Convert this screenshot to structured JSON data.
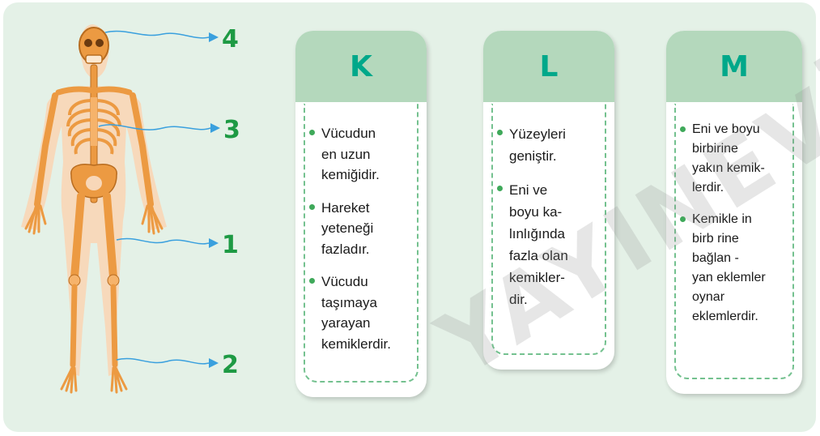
{
  "labels": [
    "4",
    "3",
    "1",
    "2"
  ],
  "cards": [
    {
      "title": "K",
      "items": [
        "Vücudun\nen uzun\nkemiğidir.",
        "Hareket\nyeteneği\nfazladır.",
        "Vücudu\ntaşımaya\nyarayan\nkemiklerdir."
      ]
    },
    {
      "title": "L",
      "items": [
        "Yüzeyleri\ngeniştir.",
        "Eni ve\nboyu ka-\nlınlığında\nfazla olan\nkemikler-\ndir."
      ]
    },
    {
      "title": "M",
      "items": [
        "Eni ve boyu\nbirbirine\nyakın kemik-\nlerdir.",
        "Kemikle in\nbirb rine\nbağlan     -\nyan eklemler\noynar\neklemlerdir."
      ]
    }
  ],
  "watermark": "YAYINEVİ",
  "colors": {
    "panel": "#e4f1e7",
    "card_header": "#b4d8bc",
    "title": "#00a88a",
    "label": "#1e9a44",
    "arrow": "#3aa0de",
    "bone": "#ec9a42",
    "skin": "#f8d7b8"
  }
}
